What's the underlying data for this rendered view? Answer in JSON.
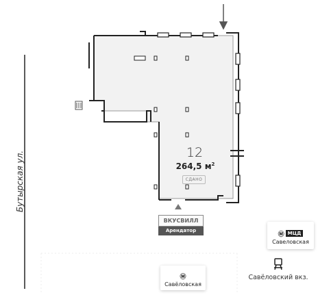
{
  "street": {
    "label": "Бутырская ул."
  },
  "unit": {
    "number": "12",
    "area_value": "264,5 м",
    "area_sup": "2",
    "status": "СДАНО"
  },
  "tenant": {
    "brand": "ВКУСВИЛЛ",
    "role": "Арендатор"
  },
  "landmarks": {
    "metro_mcd": {
      "badge": "МЦД",
      "name": "Савеловская"
    },
    "metro": {
      "name": "Савёловская"
    },
    "railway": {
      "name": "Савёловский вкз."
    }
  },
  "colors": {
    "wall": "#222222",
    "floor": "#f2f2f2",
    "window": "#ffffff",
    "grid": "#eeeeee"
  }
}
